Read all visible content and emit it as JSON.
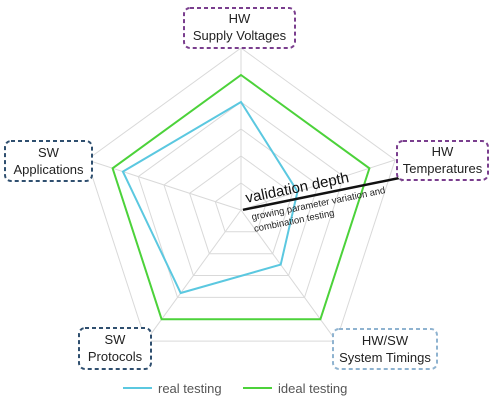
{
  "chart_data": {
    "type": "radar",
    "axes": [
      {
        "id": "supply",
        "lines": [
          "HW",
          "Supply Voltages"
        ],
        "border_color": "#7a3e8e"
      },
      {
        "id": "temp",
        "lines": [
          "HW",
          "Temperatures"
        ],
        "border_color": "#7a3e8e"
      },
      {
        "id": "timing",
        "lines": [
          "HW/SW",
          "System Timings"
        ],
        "border_color": "#8fb3d0"
      },
      {
        "id": "protocols",
        "lines": [
          "SW",
          "Protocols"
        ],
        "border_color": "#2f4f6f"
      },
      {
        "id": "apps",
        "lines": [
          "SW",
          "Applications"
        ],
        "border_color": "#2f4f6f"
      }
    ],
    "scale_max": 6,
    "grid_rings": 6,
    "series": [
      {
        "name": "real testing",
        "color": "#5bc8e0",
        "values": [
          4,
          2.2,
          2.5,
          3.8,
          4.6
        ]
      },
      {
        "name": "ideal testing",
        "color": "#4cd23a",
        "values": [
          5,
          5,
          5,
          5,
          5
        ]
      }
    ],
    "annotation": {
      "title": "validation depth",
      "subtitle_lines": [
        "growing parameter variation and",
        "combination testing"
      ]
    }
  }
}
